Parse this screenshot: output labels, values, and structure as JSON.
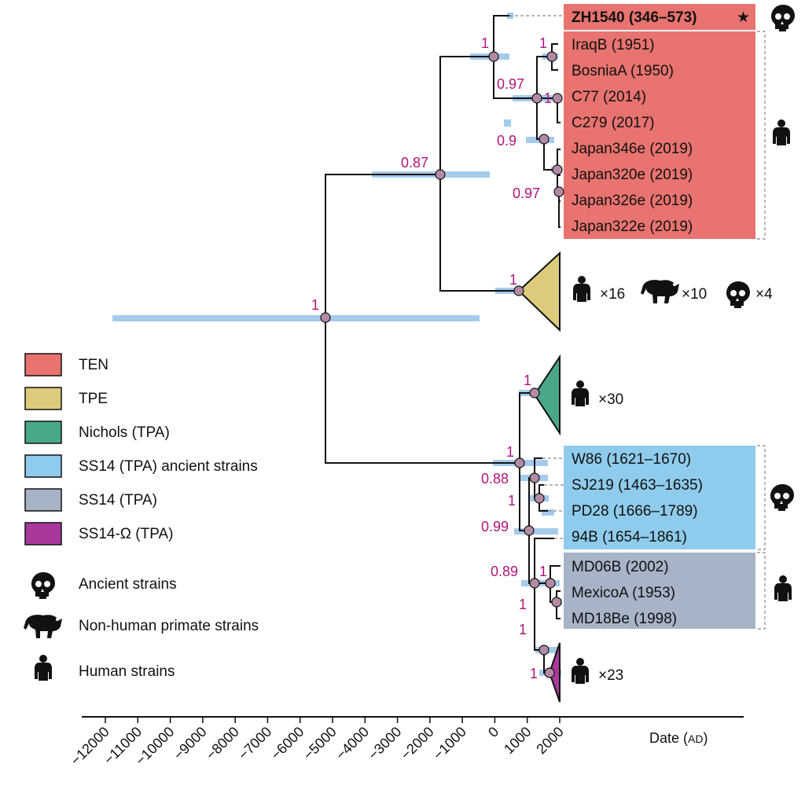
{
  "axis": {
    "label_main": "Date (",
    "label_unit": "AD",
    "label_close": ")",
    "ticks": [
      -12000,
      -11000,
      -10000,
      -9000,
      -8000,
      -7000,
      -6000,
      -5000,
      -4000,
      -3000,
      -2000,
      -1000,
      0,
      1000,
      2000
    ]
  },
  "clades": {
    "ten_ancient": {
      "label": "ZH1540 (346–573)",
      "star": "★",
      "color": "#e8736f"
    },
    "ten_modern": {
      "color": "#e8736f",
      "tips": [
        "IraqB (1951)",
        "BosniaA (1950)",
        "C77 (2014)",
        "C279 (2017)",
        "Japan346e (2019)",
        "Japan320e (2019)",
        "Japan326e (2019)",
        "Japan322e (2019)"
      ]
    },
    "tpe": {
      "color": "#dccb7a",
      "counts": [
        "×16",
        "×10",
        "×4"
      ]
    },
    "nichols": {
      "color": "#4aa88a",
      "count": "×30"
    },
    "ss14_ancient": {
      "color": "#8fcbec",
      "tips": [
        "W86 (1621–1670)",
        "SJ219 (1463–1635)",
        "PD28 (1666–1789)",
        "94B (1654–1861)"
      ]
    },
    "ss14": {
      "color": "#a7b4c8",
      "tips": [
        "MD06B (2002)",
        "MexicoA (1953)",
        "MD18Be (1998)"
      ]
    },
    "ss14_omega": {
      "color": "#a8399a",
      "count": "×23"
    }
  },
  "posteriors": {
    "root": "1",
    "ten_tpe": "0.87",
    "ten": "1",
    "ten_a": "1",
    "ten_b": "0.97",
    "ten_c": "1",
    "ten_d": "0.9",
    "ten_e": "0.97",
    "tpe": "1",
    "tpa": "1",
    "nichols": "1",
    "ss14_anc_a": "0.88",
    "ss14_anc_b": "1",
    "ss14_anc_c": "0.99",
    "ss14_a": "0.89",
    "ss14_b": "1",
    "ss14_c": "1",
    "ss14_d": "1",
    "omega": "1"
  },
  "legend": {
    "items": [
      {
        "label": "TEN",
        "color": "#e8736f"
      },
      {
        "label": "TPE",
        "color": "#dccb7a"
      },
      {
        "label": "Nichols (TPA)",
        "color": "#4aa88a"
      },
      {
        "label": "SS14 (TPA) ancient strains",
        "color": "#8fcbec"
      },
      {
        "label": "SS14 (TPA)",
        "color": "#a7b4c8"
      },
      {
        "label": "SS14-Ω (TPA)",
        "color": "#a8399a"
      }
    ],
    "icons": [
      {
        "label": "Ancient strains",
        "icon": "skull-icon"
      },
      {
        "label": "Non-human primate strains",
        "icon": "primate-icon"
      },
      {
        "label": "Human strains",
        "icon": "human-icon"
      }
    ]
  },
  "colors": {
    "branch": "#111111",
    "hpd": "#9cc6ea",
    "node_fill": "#b38aa5",
    "posterior": "#b2137a"
  }
}
